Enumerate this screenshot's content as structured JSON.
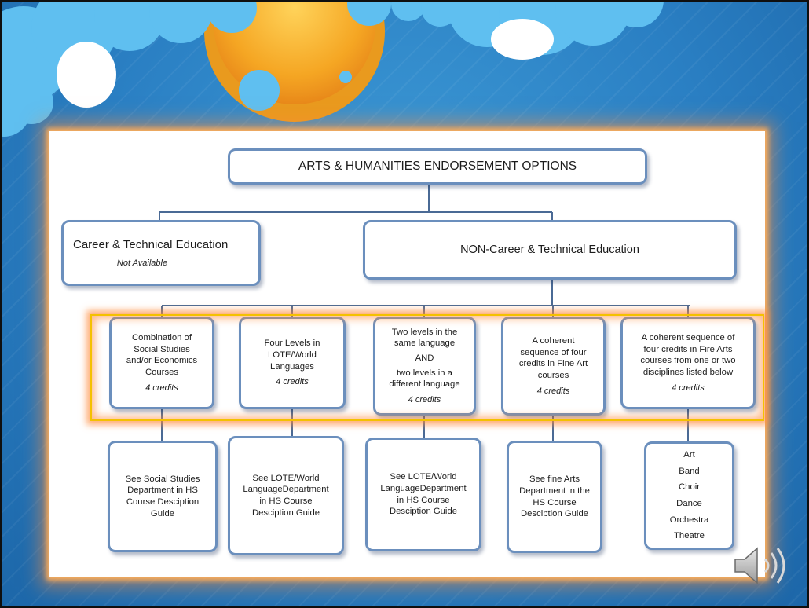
{
  "diagram": {
    "title": "ARTS & HUMANITIES ENDORSEMENT OPTIONS",
    "cte": {
      "title": "Career & Technical Education",
      "subtitle": "Not Available"
    },
    "non_cte": {
      "title": "NON-Career & Technical Education"
    },
    "options": [
      {
        "lines": [
          "Combination of",
          "Social Studies",
          "and/or Economics",
          "Courses"
        ],
        "credits": "4 credits"
      },
      {
        "lines": [
          "Four Levels in",
          "LOTE/World",
          "Languages"
        ],
        "credits": "4 credits"
      },
      {
        "lines": [
          "Two levels in the",
          "same language",
          "AND",
          "two levels in a",
          "different language"
        ],
        "credits": "4 credits"
      },
      {
        "lines": [
          "A coherent",
          "sequence of four",
          "credits in Fine Art",
          "courses"
        ],
        "credits": "4 credits"
      },
      {
        "lines": [
          "A coherent sequence of",
          "four credits in Fire Arts",
          "courses from one or two",
          "disciplines listed below"
        ],
        "credits": "4 credits"
      }
    ],
    "resources": [
      {
        "lines": [
          "See Social Studies",
          "Department in HS",
          "Course Desciption",
          "Guide"
        ]
      },
      {
        "lines": [
          "See LOTE/World",
          "LanguageDepartment",
          "in HS Course",
          "Desciption Guide"
        ]
      },
      {
        "lines": [
          "See LOTE/World",
          "LanguageDepartment",
          "in HS Course",
          "Desciption Guide"
        ]
      },
      {
        "lines": [
          "See fine Arts",
          "Department in the",
          "HS Course",
          "Desciption Guide"
        ]
      },
      {
        "lines": [
          "Art",
          "Band",
          "Choir",
          "Dance",
          "Orchestra",
          "Theatre"
        ]
      }
    ]
  },
  "colors": {
    "background": "#2a7fc3",
    "box_border": "#6b8fbd",
    "highlight": "#f4c100",
    "glow": "#ff8c3c",
    "sun": "#f5a623"
  },
  "icons": {
    "audio": "speaker-icon"
  }
}
